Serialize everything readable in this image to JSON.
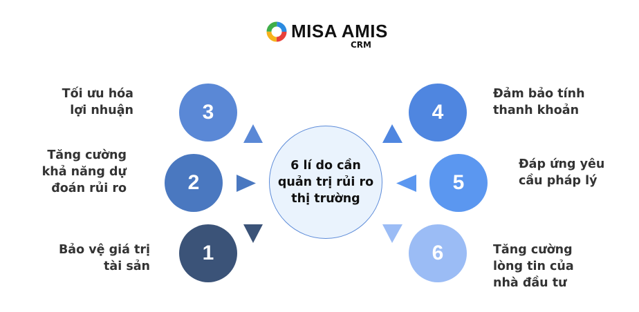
{
  "logo": {
    "brand": "MISA AMIS",
    "sub": "CRM"
  },
  "center": {
    "title": "6 lí do cần quản trị rủi ro thị trường"
  },
  "items": [
    {
      "number": "1",
      "label_lines": [
        "Bảo vệ giá trị",
        "tài sản"
      ],
      "color": "#3b5378"
    },
    {
      "number": "2",
      "label_lines": [
        "Tăng cường",
        "khả năng dự",
        "đoán rủi ro"
      ],
      "color": "#4a78c0"
    },
    {
      "number": "3",
      "label_lines": [
        "Tối ưu hóa",
        "lợi nhuận"
      ],
      "color": "#5a88d6"
    },
    {
      "number": "4",
      "label_lines": [
        "Đảm bảo tính",
        "thanh khoản"
      ],
      "color": "#4f86e0"
    },
    {
      "number": "5",
      "label_lines": [
        "Đáp ứng yêu",
        "cầu pháp lý"
      ],
      "color": "#5b97f0"
    },
    {
      "number": "6",
      "label_lines": [
        "Tăng cường",
        "lòng tin của",
        "nhà đầu tư"
      ],
      "color": "#9bbcf5"
    }
  ]
}
